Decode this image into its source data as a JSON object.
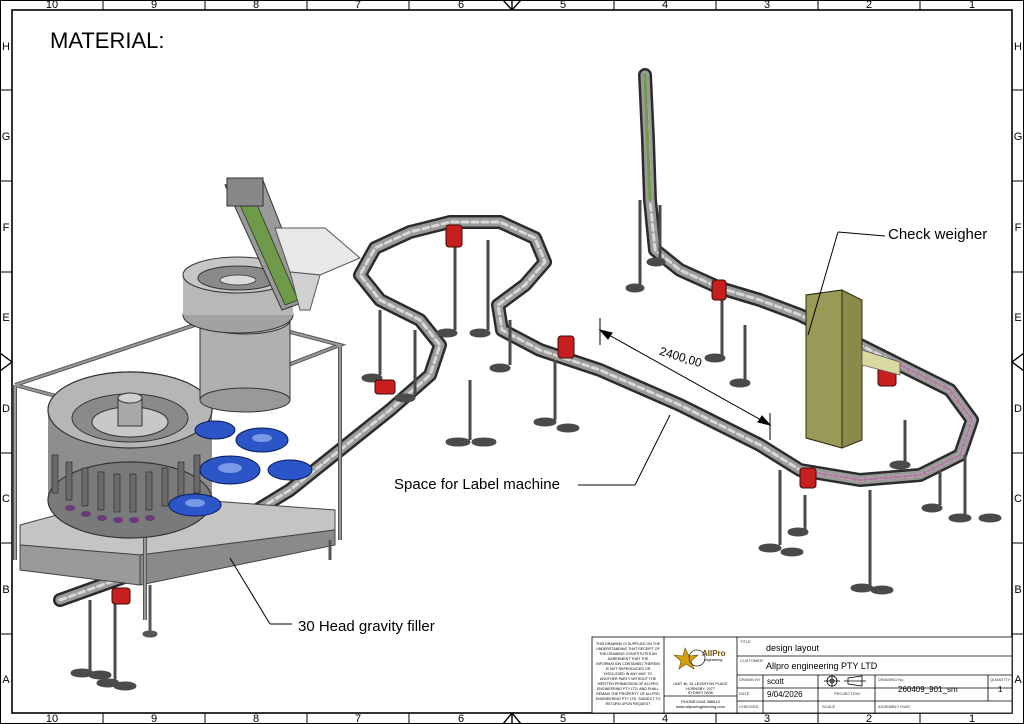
{
  "drawing": {
    "heading": "MATERIAL:",
    "columns": [
      "10",
      "9",
      "8",
      "7",
      "6",
      "5",
      "4",
      "3",
      "2",
      "1"
    ],
    "rows": [
      "H",
      "G",
      "F",
      "E",
      "D",
      "C",
      "B",
      "A"
    ],
    "annotations": {
      "check_weigher": "Check weigher",
      "label_machine": "Space for Label machine",
      "filler": "30 Head gravity filler",
      "dimension": "2400,00"
    }
  },
  "title_block": {
    "disclaimer": "THIS DRAWING IS SUPPLIED ON THE UNDERSTANDING THAT RECEIPT OF THE DRAWING CONSTITUTES AN AGREEMENT THAT THE INFORMATION CONTAINED THEREIN IS NOT REPRODUCED OR DISCLOSED IN ANY WAY TO ANOTHER PARTY WITHOUT THE WRITTEN PERMISSION OF ALLPRO ENGINEERING PTY LTD. AND SHALL REMAIN THE PROPERTY OF ALLPRO ENGINEERING PTY LTD. SUBJECT TO RETURN UPON REQUEST",
    "logo_text": "AllPro",
    "logo_sub": "engineering",
    "address_1": "UNIT 4b, 51 LEIGHTON PLACE",
    "address_2": "HORNSBY, 2077",
    "address_3": "SYDNEY NSW",
    "phone": "PHONE:0418 366613",
    "website": "www.allproengineering.com",
    "labels": {
      "title": "TITLE",
      "customer": "CUSTOMER",
      "drawn_by": "DRAWN BY",
      "date": "DATE",
      "checked": "CHECKED",
      "projection": "PROJECTION",
      "drawing_no": "DRAWING No.",
      "quantity": "QUANTITY",
      "scale": "SCALE",
      "assembly_dwg": "ASSEMBLY DWG"
    },
    "title": "design layout",
    "customer": "Allpro engineering PTY LTD",
    "drawn_by": "scott",
    "date": "9/04/2026",
    "drawing_no": "260409_901_sm",
    "quantity": "1"
  },
  "colors": {
    "frame": "#000000",
    "machine_grey": "#b4b4b4",
    "machine_dark": "#6a6a6a",
    "filler_blue": "#2c55c8",
    "motor_red": "#c81e1e",
    "weigher_olive": "#8a8a4a",
    "chute_green": "#6f9a4a",
    "bottle_purple": "#6a3a7a"
  }
}
